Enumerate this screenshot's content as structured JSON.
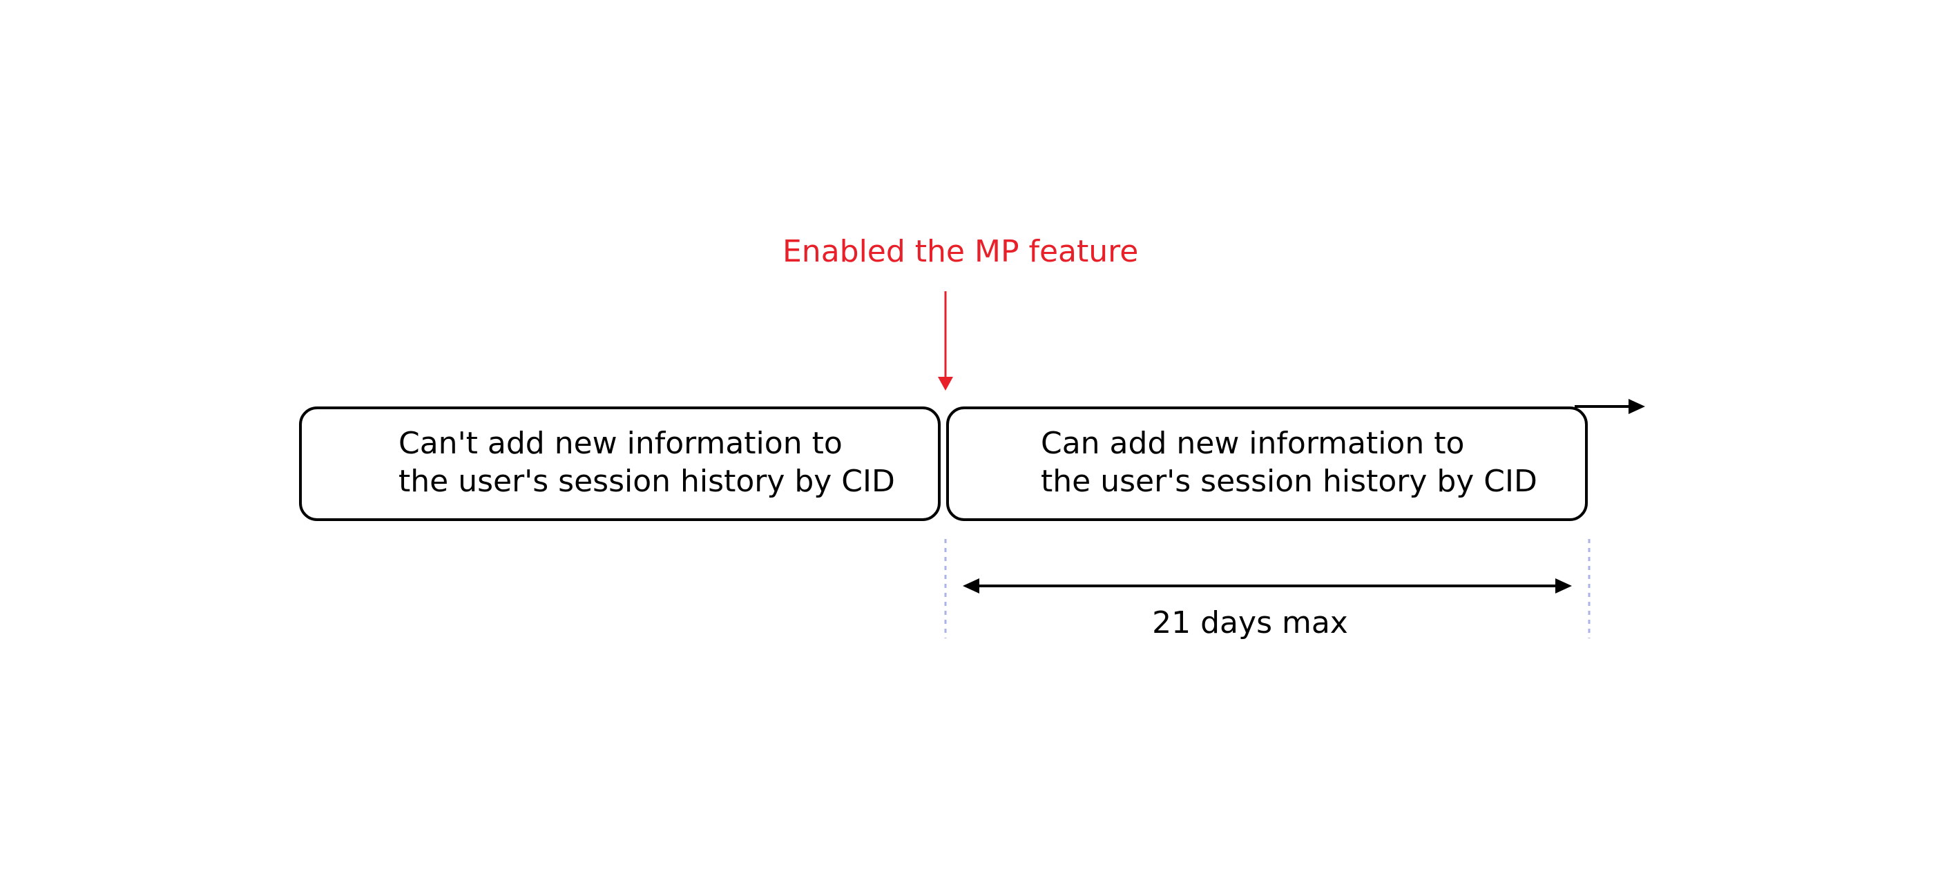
{
  "annotation": {
    "label": "Enabled the MP feature",
    "color": "#e8202a"
  },
  "phases": [
    {
      "line1": "Can't add new information to",
      "line2": "the user's session history by CID"
    },
    {
      "line1": "Can add new information to",
      "line2": "the user's session history by CID"
    }
  ],
  "duration": {
    "label": "21 days max",
    "guide_color": "#aab4e8"
  }
}
